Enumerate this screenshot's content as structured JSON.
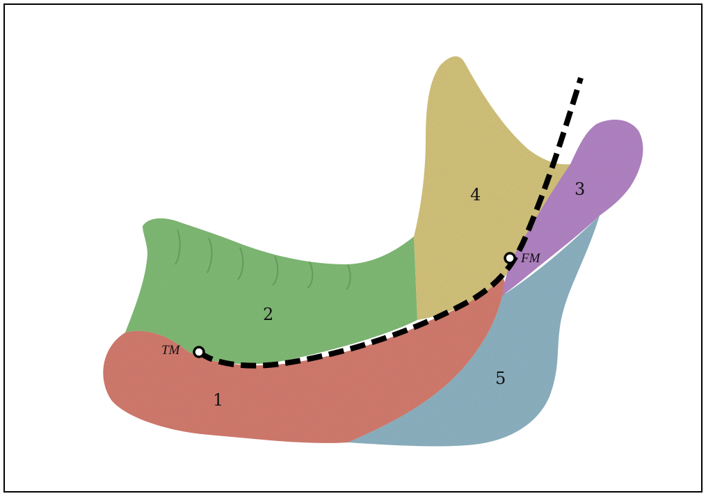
{
  "regions": [
    {
      "id": "1",
      "label": "1",
      "color": "#d9796b"
    },
    {
      "id": "2",
      "label": "2",
      "color": "#7fbf72"
    },
    {
      "id": "3",
      "label": "3",
      "color": "#b683c9"
    },
    {
      "id": "4",
      "label": "4",
      "color": "#d9c879"
    },
    {
      "id": "5",
      "label": "5",
      "color": "#8db6c6"
    }
  ],
  "landmarks": {
    "tm": {
      "label": "TM"
    },
    "fm": {
      "label": "FM"
    }
  },
  "colors": {
    "frame": "#000000",
    "dashed_curve": "#000000"
  }
}
